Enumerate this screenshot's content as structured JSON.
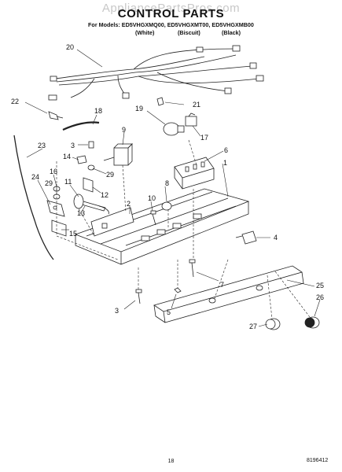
{
  "watermark": "AppliancePartsPros.com",
  "title": "CONTROL PARTS",
  "models": "For Models: ED5VHGXMQ00, ED5VHGXMT00, ED5VHGXMB00",
  "colors": [
    "(White)",
    "(Biscuit)",
    "(Black)"
  ],
  "callouts": {
    "c20": "20",
    "c22": "22",
    "c18": "18",
    "c19": "19",
    "c21": "21",
    "c17": "17",
    "c9": "9",
    "c6": "6",
    "c3a": "3",
    "c29a": "29",
    "c14": "14",
    "c1": "1",
    "c23": "23",
    "c8": "8",
    "c10": "10",
    "c16": "16",
    "c12": "12",
    "c24": "24",
    "c29b": "29",
    "c11": "11",
    "c13": "13",
    "c2": "2",
    "c15": "15",
    "c4": "4",
    "c7": "7",
    "c25": "25",
    "c3b": "3",
    "c5": "5",
    "c26": "26",
    "c27": "27"
  },
  "footer": {
    "page": "18",
    "code": "8196412"
  }
}
